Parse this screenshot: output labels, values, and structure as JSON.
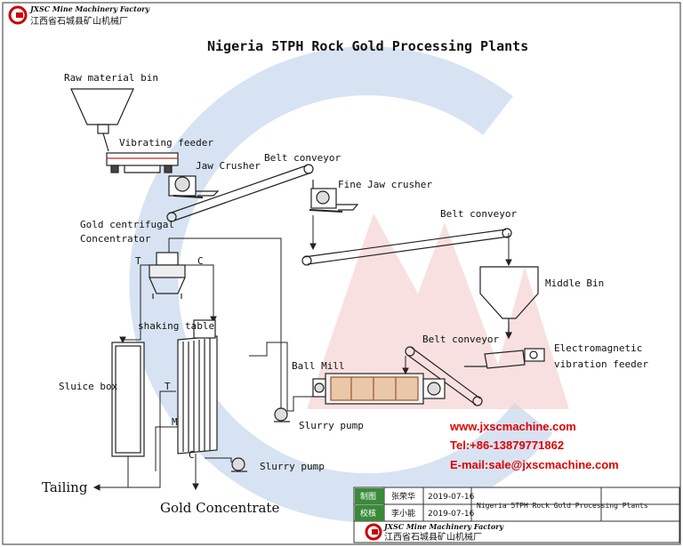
{
  "title": "Nigeria 5TPH Rock Gold Processing Plants",
  "logo": {
    "en": "JXSC Mine Machinery Factory",
    "cn": "江西省石城县矿山机械厂"
  },
  "labels": {
    "raw_material_bin": "Raw material bin",
    "vibrating_feeder": "Vibrating feeder",
    "jaw_crusher": "Jaw Crusher",
    "belt_conveyor_1": "Belt conveyor",
    "fine_jaw_crusher": "Fine Jaw crusher",
    "belt_conveyor_2": "Belt conveyor",
    "gold_centrifugal_1": "Gold centrifugal",
    "gold_centrifugal_2": "Concentrator",
    "middle_bin": "Middle Bin",
    "shaking_table": "shaking table",
    "belt_conveyor_3": "Belt conveyor",
    "electromagnetic_1": "Electromagnetic",
    "electromagnetic_2": "vibration feeder",
    "ball_mill": "Ball Mill",
    "sluice_box": "Sluice box",
    "slurry_pump_1": "Slurry pump",
    "slurry_pump_2": "Slurry pump",
    "tailing": "Tailing",
    "gold_concentrate": "Gold Concentrate",
    "t1": "T",
    "c1": "C",
    "t2": "T",
    "m": "M",
    "c2": "C"
  },
  "contact": {
    "web": "www.jxscmachine.com",
    "tel": "Tel:+86-13879771862",
    "email": "E-mail:sale@jxscmachine.com"
  },
  "title_block": {
    "row1_role": "制图",
    "row1_name": "张荣华",
    "row1_date": "2019-07-16",
    "row2_role": "校核",
    "row2_name": "李小能",
    "row2_date": "2019-07-16",
    "drawing_name": "Nigeria 5TPH Rock Gold Processing Plants"
  },
  "colors": {
    "contact_red": "#e00000",
    "watermark_blue": "#c9d9ee",
    "watermark_red": "#f3cccc"
  }
}
